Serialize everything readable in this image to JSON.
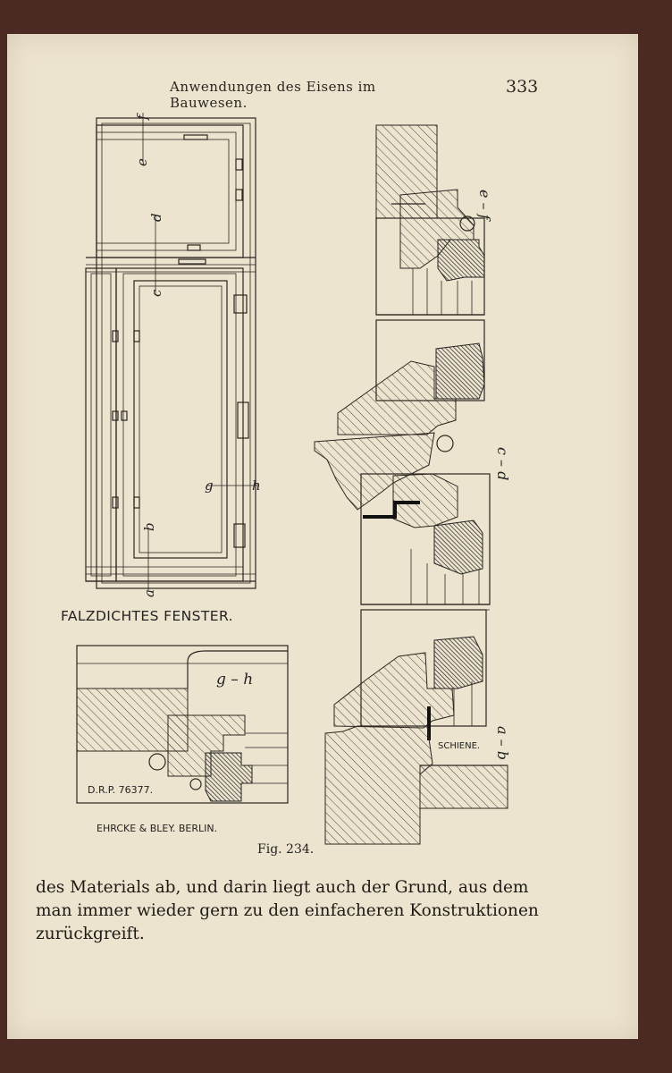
{
  "header": {
    "running_title": "Anwendungen des Eisens im Bauwesen.",
    "page_number": "333"
  },
  "figure": {
    "caption_main": "FALZDICHTES FENSTER.",
    "patent": "D.R.P. 76377.",
    "maker": "EHRCKE & BLEY. BERLIN.",
    "figure_number": "Fig. 234.",
    "rail_label": "SCHIENE.",
    "detail_label": "g – h",
    "section_labels": {
      "ef": "e – f",
      "cd": "c – d",
      "ab": "a – b"
    },
    "elevation_letters": {
      "e": "e",
      "f": "f",
      "d": "d",
      "c": "c",
      "g": "g",
      "h": "h",
      "b": "b",
      "a": "a"
    }
  },
  "body_text": [
    "des Materials ab, und darin liegt auch der Grund, aus dem",
    "man immer wieder gern zu den einfacheren Konstruktionen",
    "zurückgreift."
  ]
}
